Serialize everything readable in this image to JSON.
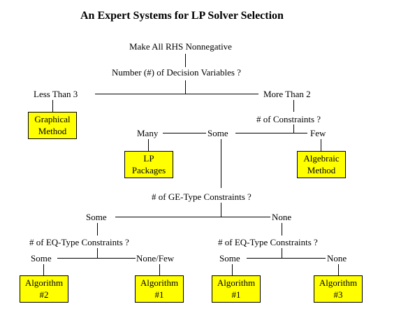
{
  "title": "An Expert Systems for LP Solver Selection",
  "colors": {
    "box_fill": "#ffff00",
    "line": "#000000",
    "background": "#ffffff"
  },
  "nodes": {
    "rhs": "Make All RHS Nonnegative",
    "num_vars": "Number (#)  of  Decision Variables ?",
    "less_than_3": "Less Than 3",
    "more_than_2": "More Than 2",
    "num_constraints": "# of Constraints ?",
    "many": "Many",
    "some_top": "Some",
    "few": "Few",
    "ge_constraints": "# of GE-Type Constraints ?",
    "some_ge": "Some",
    "none_ge": "None",
    "eq_left": "# of EQ-Type Constraints ?",
    "eq_right": "# of EQ-Type Constraints  ?",
    "some_eq_left": "Some",
    "none_few": "None/Few",
    "some_eq_right": "Some",
    "none_eq_right": "None"
  },
  "boxes": {
    "graphical": {
      "line1": "Graphical",
      "line2": "Method"
    },
    "lp_packages": {
      "line1": "LP",
      "line2": "Packages"
    },
    "algebraic": {
      "line1": "Algebraic",
      "line2": "Method"
    },
    "alg_a": {
      "line1": "Algorithm",
      "line2": "#2"
    },
    "alg_b": {
      "line1": "Algorithm",
      "line2": "#1"
    },
    "alg_c": {
      "line1": "Algorithm",
      "line2": "#1"
    },
    "alg_d": {
      "line1": "Algorithm",
      "line2": "#3"
    }
  }
}
